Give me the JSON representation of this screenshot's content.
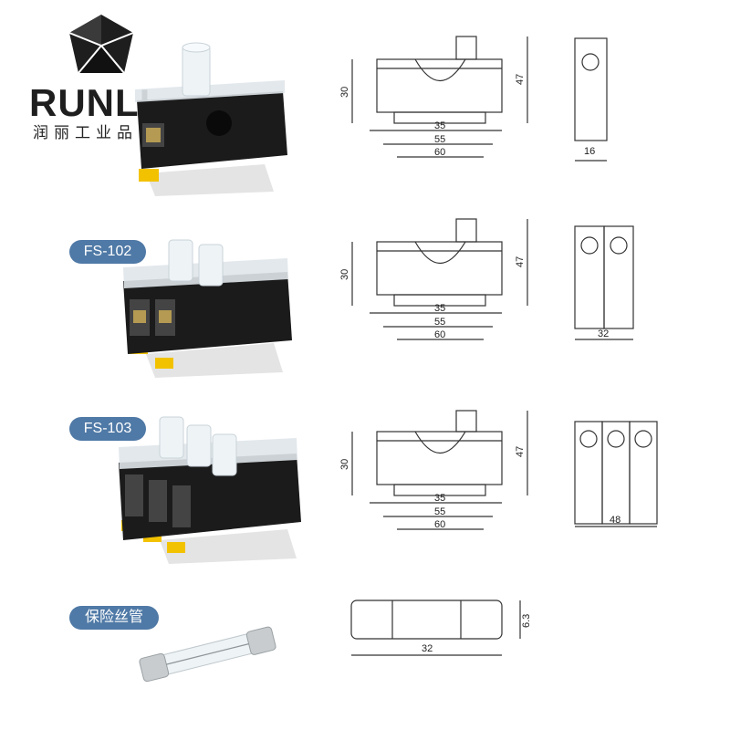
{
  "brand": {
    "name": "RUNLI",
    "subtitle": "润丽工业品",
    "logo": "pentagon-prism-logo"
  },
  "products": [
    {
      "label": "",
      "poles": 1
    },
    {
      "label": "FS-102",
      "poles": 2
    },
    {
      "label": "FS-103",
      "poles": 3
    }
  ],
  "fuse_tube": {
    "label": "保险丝管",
    "length": "32",
    "diameter": "6.3"
  },
  "side_view": {
    "dim_30": "30",
    "dim_47": "47",
    "dim_35": "35",
    "dim_55": "55",
    "dim_60": "60"
  },
  "front_widths": [
    "16",
    "32",
    "48"
  ],
  "colors": {
    "pill": "#4f79a6",
    "housing": "#1b1b1b",
    "clear_cover": "#dfe6ea",
    "rail_clip": "#f2c200",
    "base": "#e4e4e4",
    "line": "#333333"
  }
}
